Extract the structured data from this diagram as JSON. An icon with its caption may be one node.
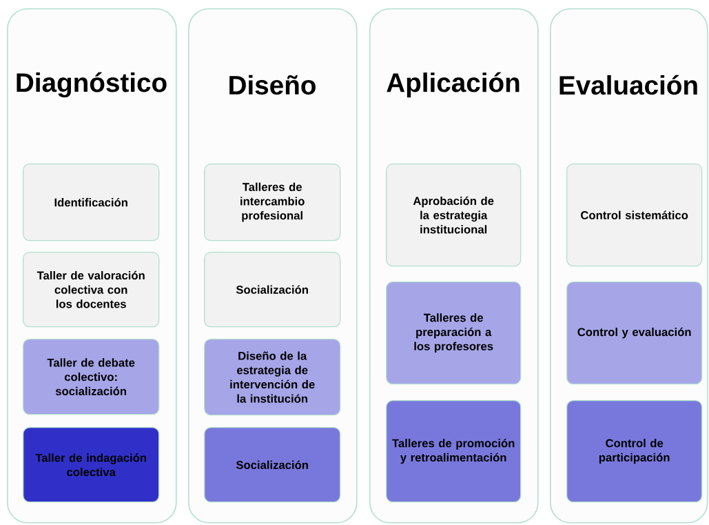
{
  "diagram": {
    "nodes": [
      {
        "text": [
          "Diagnóstico"
        ]
      },
      {
        "text": [
          "Identificación"
        ],
        "in": 0
      },
      {
        "text": [
          "Taller de valoración colectiva con los docentes"
        ],
        "in": 0
      },
      {
        "text": [
          "Taller de debate colectivo: socialización"
        ],
        "in": 0
      },
      {
        "text": [
          "Taller de indagación colectiva"
        ],
        "in": 0
      },
      {
        "text": [
          "Diseño"
        ]
      },
      {
        "text": [
          "Talleres de intercambio profesional"
        ],
        "in": 5
      },
      {
        "text": [
          "Socialización"
        ],
        "in": 5
      },
      {
        "text": [
          "Diseño de la estrategia de intervención de la institución"
        ],
        "in": 5
      },
      {
        "text": [
          "Socialización"
        ],
        "in": 5
      },
      {
        "text": [
          "Aplicación"
        ]
      },
      {
        "text": [
          "Aprobación de la estrategia institucional"
        ],
        "in": 10
      },
      {
        "text": [
          "Talleres de preparación a los profesores"
        ],
        "in": 10
      },
      {
        "text": [
          "Talleres de promoción y retroalimentación"
        ],
        "in": 10
      },
      {
        "text": [
          "Evaluación"
        ]
      },
      {
        "text": [
          "Control sistemático"
        ],
        "in": 14
      },
      {
        "text": [
          "Control y evaluación"
        ],
        "in": 14
      },
      {
        "text": [
          "Control de participación"
        ],
        "in": 14
      }
    ]
  }
}
